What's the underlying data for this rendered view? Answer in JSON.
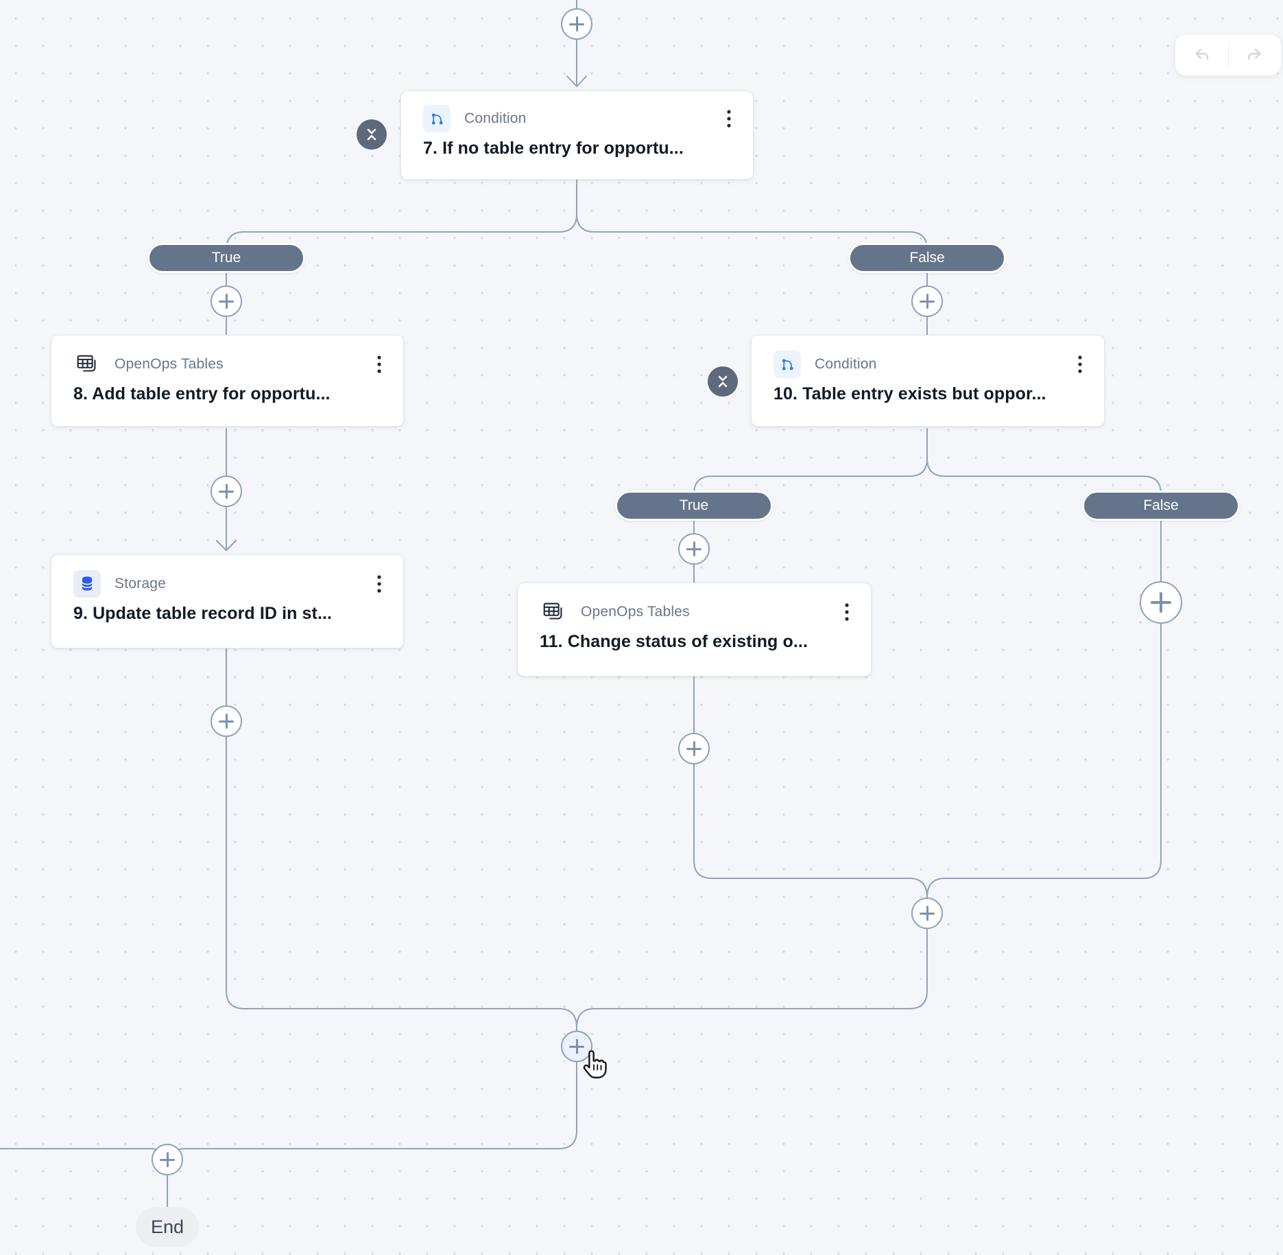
{
  "canvas": {
    "background": "#f4f6f9",
    "line_color": "#8fa3bc",
    "accent_blue": "#2f7cf5",
    "pill_color": "#64748b"
  },
  "toolbar": {
    "undo_icon": "undo-arrow",
    "redo_icon": "redo-arrow"
  },
  "nodes": {
    "n7": {
      "type_label": "Condition",
      "title": "7. If no table entry for opportu...",
      "icon": "condition-branch-icon",
      "menu_icon": "kebab-menu"
    },
    "n8": {
      "type_label": "OpenOps Tables",
      "title": "8. Add table entry for opportu...",
      "icon": "openops-tables-icon",
      "menu_icon": "kebab-menu"
    },
    "n9": {
      "type_label": "Storage",
      "title": "9. Update table record ID in st...",
      "icon": "storage-database-icon",
      "menu_icon": "kebab-menu"
    },
    "n10": {
      "type_label": "Condition",
      "title": "10. Table entry exists but oppor...",
      "icon": "condition-branch-icon",
      "menu_icon": "kebab-menu"
    },
    "n11": {
      "type_label": "OpenOps Tables",
      "title": "11. Change status of existing o...",
      "icon": "openops-tables-icon",
      "menu_icon": "kebab-menu"
    }
  },
  "branches": {
    "b1_true": "True",
    "b1_false": "False",
    "b2_true": "True",
    "b2_false": "False"
  },
  "end_label": "End"
}
